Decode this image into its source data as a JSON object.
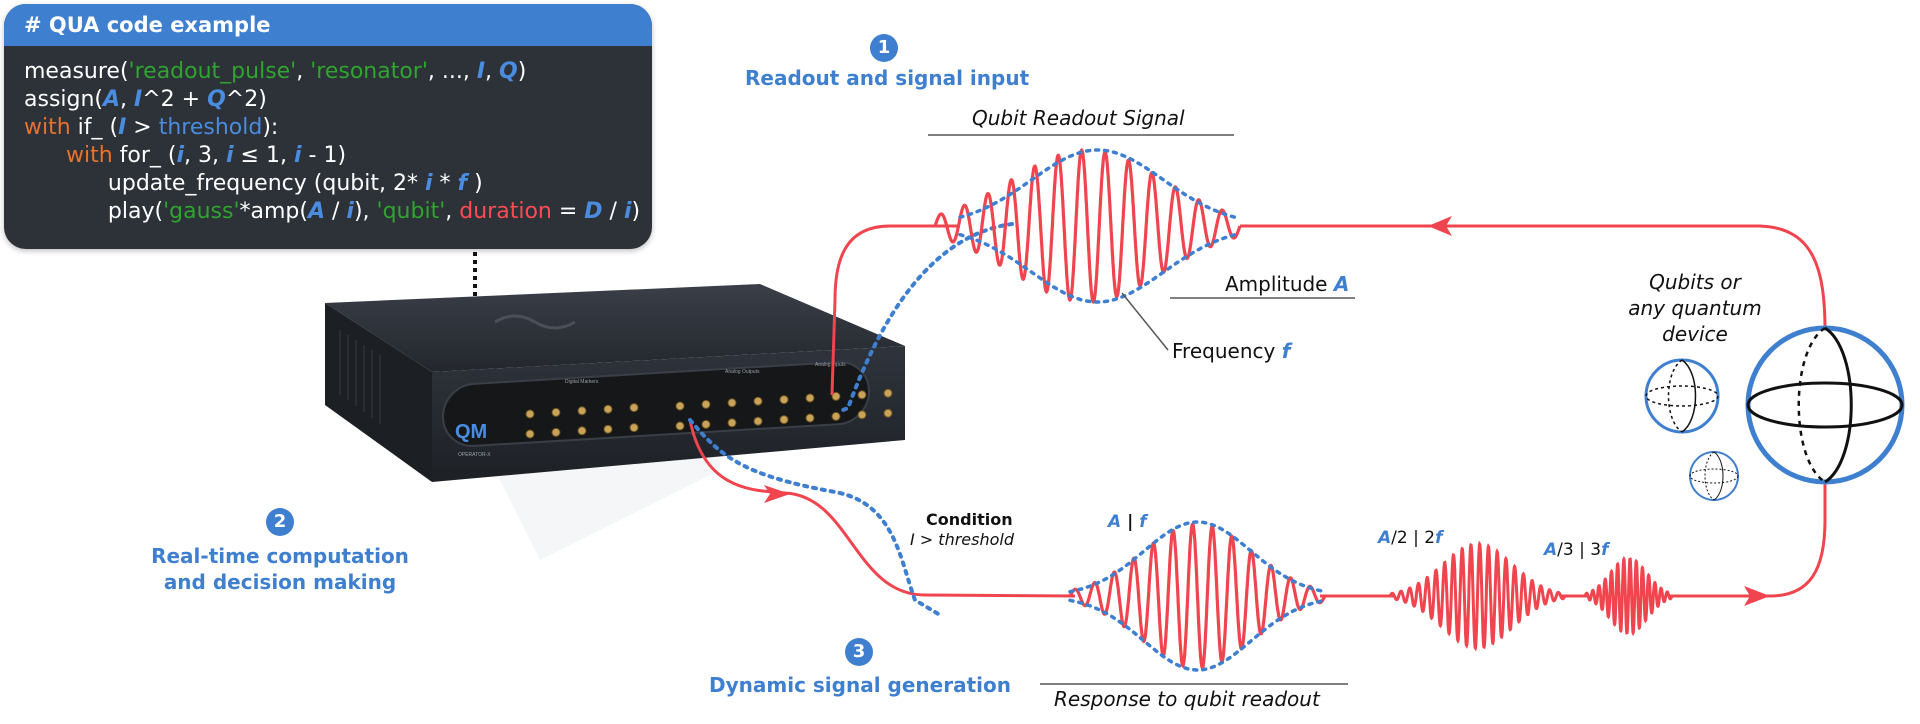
{
  "code_panel": {
    "header": "# QUA code example",
    "lines": [
      [
        {
          "t": "measure(",
          "c": "plain"
        },
        {
          "t": "'readout_pulse'",
          "c": "str"
        },
        {
          "t": ", ",
          "c": "plain"
        },
        {
          "t": "'resonator'",
          "c": "str"
        },
        {
          "t": ", ..., ",
          "c": "plain"
        },
        {
          "t": "I",
          "c": "var"
        },
        {
          "t": ", ",
          "c": "plain"
        },
        {
          "t": "Q",
          "c": "var"
        },
        {
          "t": ")",
          "c": "plain"
        }
      ],
      [
        {
          "t": "assign(",
          "c": "plain"
        },
        {
          "t": "A",
          "c": "var"
        },
        {
          "t": ", ",
          "c": "plain"
        },
        {
          "t": "I",
          "c": "var"
        },
        {
          "t": "^2 + ",
          "c": "plain"
        },
        {
          "t": "Q",
          "c": "var"
        },
        {
          "t": "^2)",
          "c": "plain"
        }
      ],
      [
        {
          "t": "with",
          "c": "kw"
        },
        {
          "t": " if_ (",
          "c": "plain"
        },
        {
          "t": "I",
          "c": "var"
        },
        {
          "t": " > ",
          "c": "plain"
        },
        {
          "t": "threshold",
          "c": "blue"
        },
        {
          "t": "):",
          "c": "plain"
        }
      ],
      [
        {
          "t": "      ",
          "c": "plain"
        },
        {
          "t": "with",
          "c": "kw"
        },
        {
          "t": " for_ (",
          "c": "plain"
        },
        {
          "t": "i",
          "c": "var"
        },
        {
          "t": ", 3, ",
          "c": "plain"
        },
        {
          "t": "i",
          "c": "var"
        },
        {
          "t": " ≤ 1, ",
          "c": "plain"
        },
        {
          "t": "i",
          "c": "var"
        },
        {
          "t": " - 1)",
          "c": "plain"
        }
      ],
      [
        {
          "t": "            update_frequency (qubit, 2* ",
          "c": "plain"
        },
        {
          "t": "i",
          "c": "var"
        },
        {
          "t": " * ",
          "c": "plain"
        },
        {
          "t": "f",
          "c": "var"
        },
        {
          "t": " )",
          "c": "plain"
        }
      ],
      [
        {
          "t": "            play(",
          "c": "plain"
        },
        {
          "t": "'gauss'",
          "c": "str"
        },
        {
          "t": "*amp(",
          "c": "plain"
        },
        {
          "t": "A",
          "c": "var"
        },
        {
          "t": " / ",
          "c": "plain"
        },
        {
          "t": "i",
          "c": "var"
        },
        {
          "t": "), ",
          "c": "plain"
        },
        {
          "t": "'qubit'",
          "c": "str"
        },
        {
          "t": ", ",
          "c": "plain"
        },
        {
          "t": "duration",
          "c": "red"
        },
        {
          "t": " = ",
          "c": "plain"
        },
        {
          "t": "D",
          "c": "var"
        },
        {
          "t": " / ",
          "c": "plain"
        },
        {
          "t": "i",
          "c": "var"
        },
        {
          "t": ")",
          "c": "plain"
        }
      ]
    ]
  },
  "steps": [
    {
      "number": "1",
      "title": "Readout and signal input"
    },
    {
      "number": "2",
      "title": "Real-time computation",
      "title_line2": "and decision making"
    },
    {
      "number": "3",
      "title": "Dynamic signal generation"
    }
  ],
  "labels": {
    "qubit_readout_signal": "Qubit Readout Signal",
    "amplitude": "Amplitude ",
    "amplitude_var": "A",
    "frequency": "Frequency ",
    "frequency_var": "f",
    "qubits_line1": "Qubits or",
    "qubits_line2": "any quantum",
    "qubits_line3": "device",
    "condition_title": "Condition",
    "condition_sub": "I > threshold",
    "response": "Response to qubit readout",
    "pulse1_a": "A",
    "pulse1_sep": " | ",
    "pulse1_f": "f",
    "pulse2_a": "A",
    "pulse2_mid": "/2 | 2",
    "pulse2_f": "f",
    "pulse3_a": "A",
    "pulse3_mid": "/3 | 3",
    "pulse3_f": "f"
  },
  "device": {
    "logo": "QM",
    "model": "OPERATOR-X",
    "section1": "Digital Markers",
    "section2": "Analog Outputs",
    "section3": "Analog Inputs"
  },
  "colors": {
    "accent": "#3f7fcf",
    "signal": "#f0444e",
    "code_bg": "#2d3138",
    "device": "#2b2f36"
  }
}
